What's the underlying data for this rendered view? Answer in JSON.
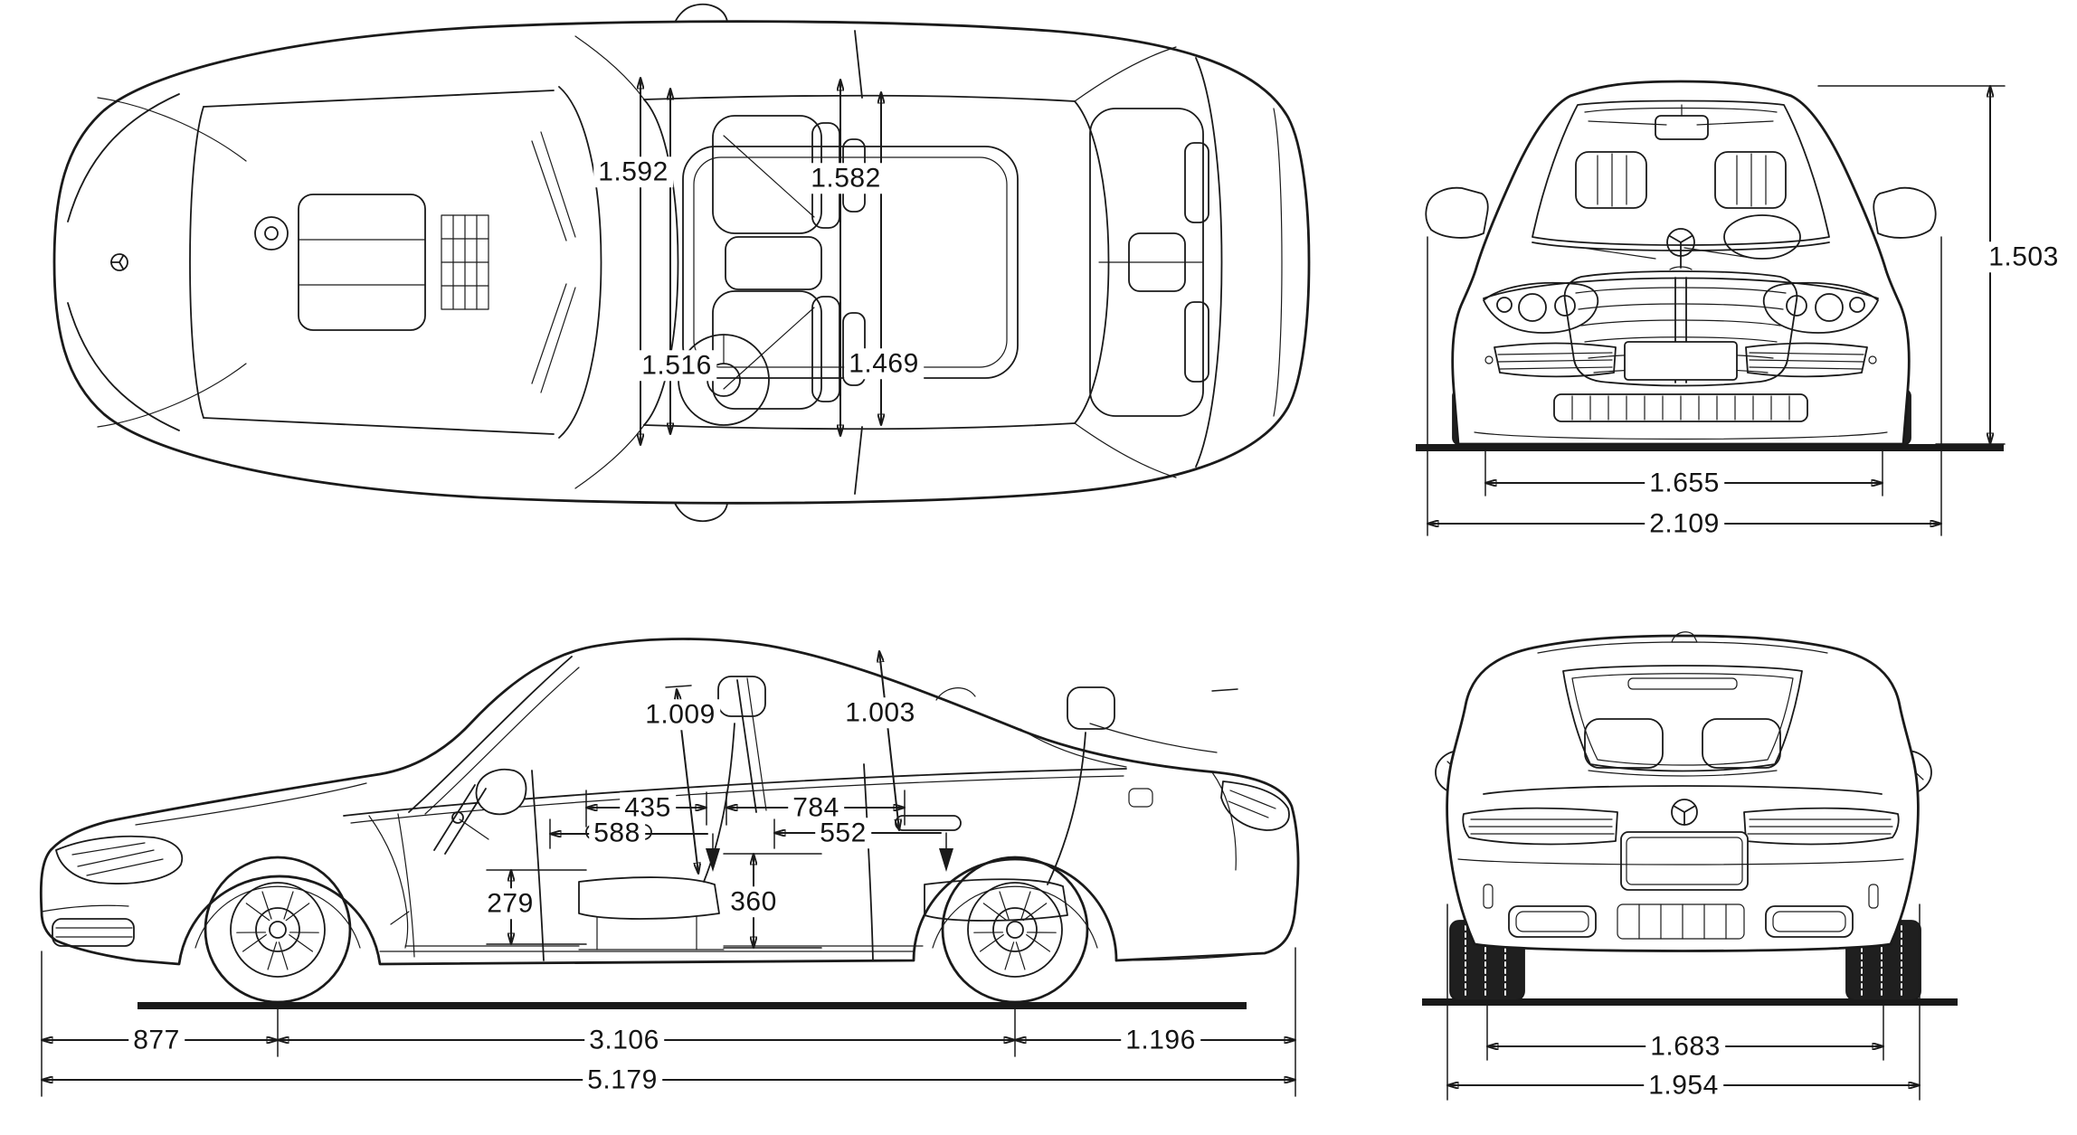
{
  "style": {
    "line_color": "#1a1a1a",
    "background_color": "#ffffff",
    "label_color": "#141414"
  },
  "icons": {
    "brand_emblem": "mercedes-star"
  },
  "views": {
    "top": {
      "name": "top view",
      "dims": [
        {
          "id": "cabin-width-front-upper",
          "value": "1.592"
        },
        {
          "id": "cabin-width-front-lower",
          "value": "1.516"
        },
        {
          "id": "cabin-width-rear-upper",
          "value": "1.582"
        },
        {
          "id": "cabin-width-rear-lower",
          "value": "1.469"
        }
      ]
    },
    "front": {
      "name": "front view",
      "dims": [
        {
          "id": "overall-height",
          "value": "1.503"
        },
        {
          "id": "front-track-width",
          "value": "1.655"
        },
        {
          "id": "overall-width-with-mirrors",
          "value": "2.109"
        }
      ]
    },
    "side": {
      "name": "side view",
      "dims": [
        {
          "id": "front-headroom",
          "value": "1.009"
        },
        {
          "id": "rear-headroom",
          "value": "1.003"
        },
        {
          "id": "front-interior-435",
          "value": "435"
        },
        {
          "id": "rear-interior-784",
          "value": "784"
        },
        {
          "id": "front-seat-588",
          "value": "588"
        },
        {
          "id": "rear-seat-552",
          "value": "552"
        },
        {
          "id": "front-seat-height",
          "value": "279"
        },
        {
          "id": "rear-seat-height",
          "value": "360"
        },
        {
          "id": "front-overhang",
          "value": "877"
        },
        {
          "id": "wheelbase",
          "value": "3.106"
        },
        {
          "id": "rear-overhang",
          "value": "1.196"
        },
        {
          "id": "overall-length",
          "value": "5.179"
        }
      ]
    },
    "rear": {
      "name": "rear view",
      "dims": [
        {
          "id": "rear-track-width",
          "value": "1.683"
        },
        {
          "id": "body-width",
          "value": "1.954"
        }
      ]
    }
  }
}
